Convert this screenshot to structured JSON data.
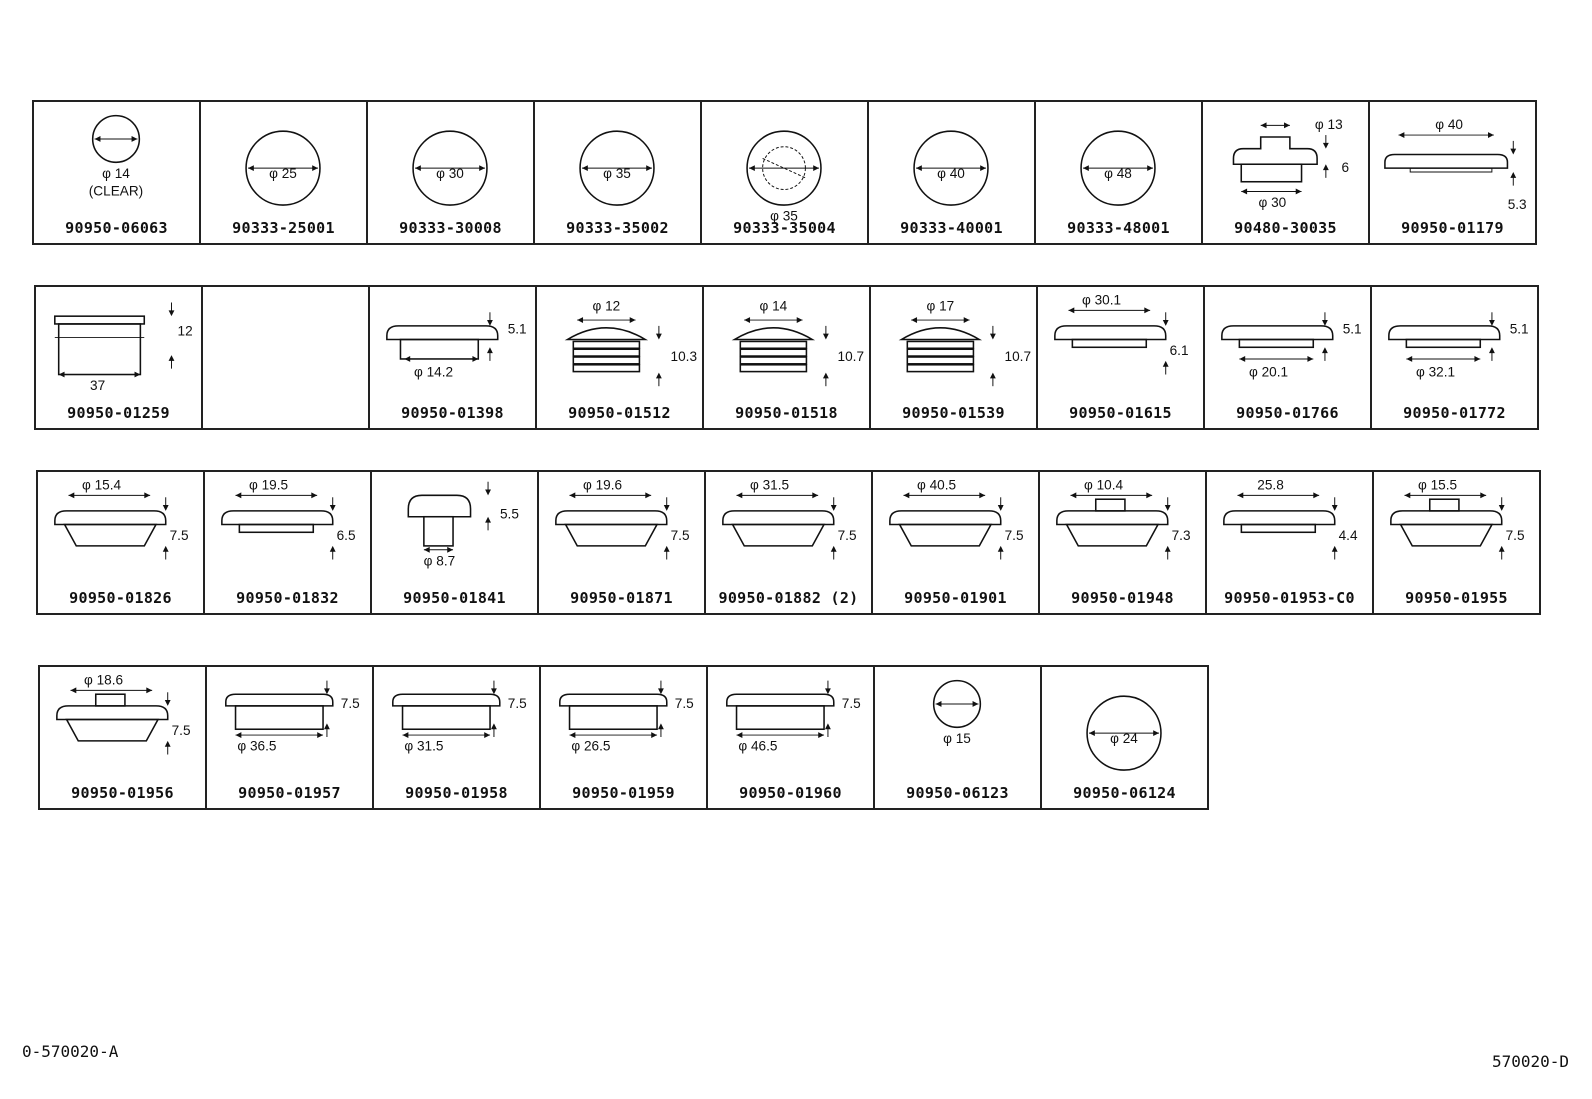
{
  "rows": [
    [
      {
        "pn": "90950-06063",
        "dims": [
          "φ 14",
          "(CLEAR)"
        ],
        "kind": "circle-small"
      },
      {
        "pn": "90333-25001",
        "dims": [
          "φ 25"
        ],
        "kind": "circle"
      },
      {
        "pn": "90333-30008",
        "dims": [
          "φ 30"
        ],
        "kind": "circle"
      },
      {
        "pn": "90333-35002",
        "dims": [
          "φ 35"
        ],
        "kind": "circle"
      },
      {
        "pn": "90333-35004",
        "dims": [
          "φ 35"
        ],
        "kind": "circle-dashed"
      },
      {
        "pn": "90333-40001",
        "dims": [
          "φ 40"
        ],
        "kind": "circle"
      },
      {
        "pn": "90333-48001",
        "dims": [
          "φ 48"
        ],
        "kind": "circle"
      },
      {
        "pn": "90480-30035",
        "dims": [
          "φ 13",
          "6",
          "φ 30"
        ],
        "kind": "hat"
      },
      {
        "pn": "90950-01179",
        "dims": [
          "φ 40",
          "5.3"
        ],
        "kind": "flat-cap"
      }
    ],
    [
      {
        "pn": "90950-01259",
        "dims": [
          "12",
          "37"
        ],
        "kind": "sleeve"
      },
      {
        "pn": "",
        "dims": [],
        "kind": "empty"
      },
      {
        "pn": "90950-01398",
        "dims": [
          "5.1",
          "φ 14.2"
        ],
        "kind": "flange-cup"
      },
      {
        "pn": "90950-01512",
        "dims": [
          "φ 12",
          "10.3"
        ],
        "kind": "ribbed"
      },
      {
        "pn": "90950-01518",
        "dims": [
          "φ 14",
          "10.7"
        ],
        "kind": "ribbed"
      },
      {
        "pn": "90950-01539",
        "dims": [
          "φ 17",
          "10.7"
        ],
        "kind": "ribbed"
      },
      {
        "pn": "90950-01615",
        "dims": [
          "φ 30.1",
          "6.1"
        ],
        "kind": "flange-wide"
      },
      {
        "pn": "90950-01766",
        "dims": [
          "5.1",
          "φ 20.1"
        ],
        "kind": "flange-low"
      },
      {
        "pn": "90950-01772",
        "dims": [
          "5.1",
          "φ 32.1"
        ],
        "kind": "flange-low"
      }
    ],
    [
      {
        "pn": "90950-01826",
        "dims": [
          "φ 15.4",
          "7.5"
        ],
        "kind": "plug"
      },
      {
        "pn": "90950-01832",
        "dims": [
          "φ 19.5",
          "6.5"
        ],
        "kind": "plug-flat"
      },
      {
        "pn": "90950-01841",
        "dims": [
          "5.5",
          "φ 8.7"
        ],
        "kind": "mushroom"
      },
      {
        "pn": "90950-01871",
        "dims": [
          "φ 19.6",
          "7.5"
        ],
        "kind": "plug"
      },
      {
        "pn": "90950-01882 (2)",
        "dims": [
          "φ 31.5",
          "7.5"
        ],
        "kind": "plug"
      },
      {
        "pn": "90950-01901",
        "dims": [
          "φ 40.5",
          "7.5"
        ],
        "kind": "plug"
      },
      {
        "pn": "90950-01948",
        "dims": [
          "φ 10.4",
          "7.3"
        ],
        "kind": "knob"
      },
      {
        "pn": "90950-01953-C0",
        "dims": [
          "25.8",
          "4.4"
        ],
        "kind": "flange-low"
      },
      {
        "pn": "90950-01955",
        "dims": [
          "φ 15.5",
          "7.5"
        ],
        "kind": "knob-plug"
      }
    ],
    [
      {
        "pn": "90950-01956",
        "dims": [
          "φ 18.6",
          "7.5"
        ],
        "kind": "knob-plug"
      },
      {
        "pn": "90950-01957",
        "dims": [
          "7.5",
          "φ 36.5"
        ],
        "kind": "cap"
      },
      {
        "pn": "90950-01958",
        "dims": [
          "7.5",
          "φ 31.5"
        ],
        "kind": "cap"
      },
      {
        "pn": "90950-01959",
        "dims": [
          "7.5",
          "φ 26.5"
        ],
        "kind": "cap"
      },
      {
        "pn": "90950-01960",
        "dims": [
          "7.5",
          "φ 46.5"
        ],
        "kind": "cap"
      },
      {
        "pn": "90950-06123",
        "dims": [
          "φ 15"
        ],
        "kind": "circle-small"
      },
      {
        "pn": "90950-06124",
        "dims": [
          "φ 24"
        ],
        "kind": "circle"
      }
    ]
  ],
  "footer": {
    "left": "0-570020-A",
    "right": "570020-D"
  }
}
